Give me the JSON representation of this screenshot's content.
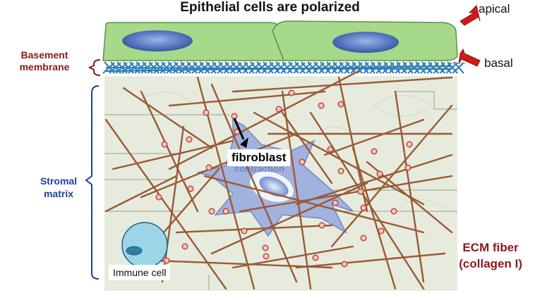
{
  "title": "Epithelial cells are polarized",
  "labels": {
    "apical": "apical",
    "basal": "basal",
    "basement_membrane_line1": "Basement",
    "basement_membrane_line2": "membrane",
    "stromal_matrix_line1": "Stromal",
    "stromal_matrix_line2": "matrix",
    "fibroblast": "fibroblast",
    "contraction": "contraction",
    "immune_cell": "Immune cell",
    "ecm_fiber_line1": "ECM fiber",
    "ecm_fiber_line2": "(collagen I)"
  },
  "colors": {
    "epithelial_cell": "#a6d98a",
    "epithelial_nucleus": "#4d6fb8",
    "basement_membrane": "#2f7fb8",
    "stroma_background": "#e6ebde",
    "fibroblast_body": "#9fb0e0",
    "collagen_fiber": "#9a5a34",
    "red_arrow": "#d11a1a",
    "immune_cell": "#9cd6e6",
    "dark_red_label": "#8b1a1a",
    "blue_label": "#1f3f9a"
  }
}
